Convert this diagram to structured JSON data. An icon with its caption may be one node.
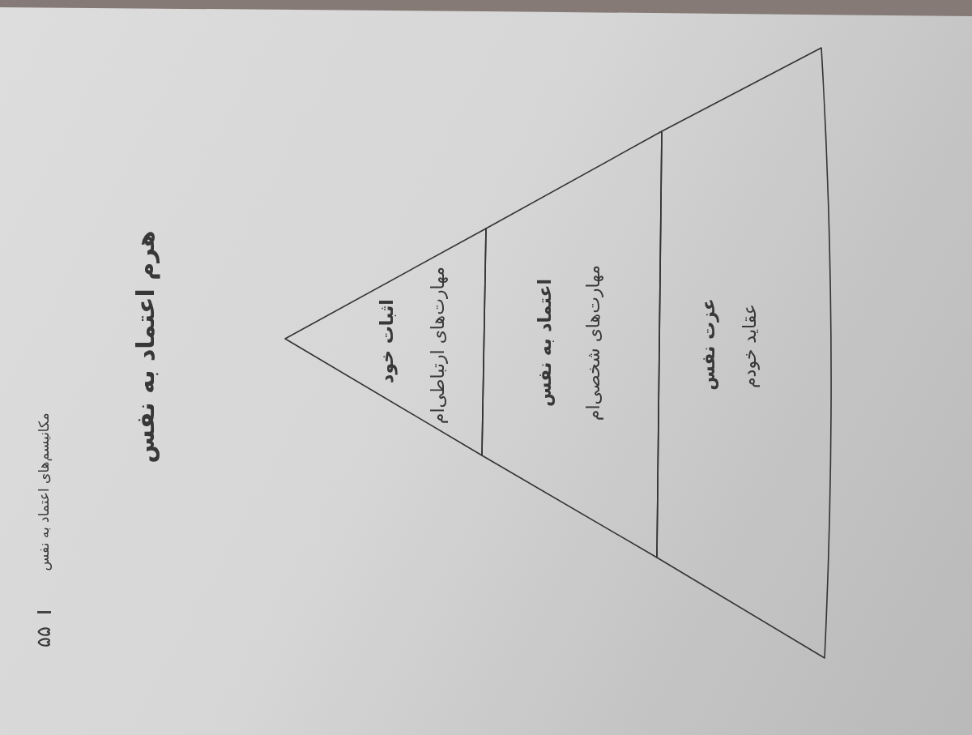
{
  "diagram": {
    "title": "هرم اعتماد به نفس",
    "nodes": [
      {
        "text": [
          "اثبات خود",
          "مهارت‌های ارتباطی‌ام"
        ]
      },
      {
        "text": [
          "اعتماد به نفس",
          "مهارت‌های شخصی‌ام"
        ]
      },
      {
        "text": [
          "عزت نفس",
          "عقاید خودم"
        ]
      }
    ],
    "labels": [
      "مکانیسم‌های اعتماد به نفس",
      "۵۵"
    ]
  }
}
